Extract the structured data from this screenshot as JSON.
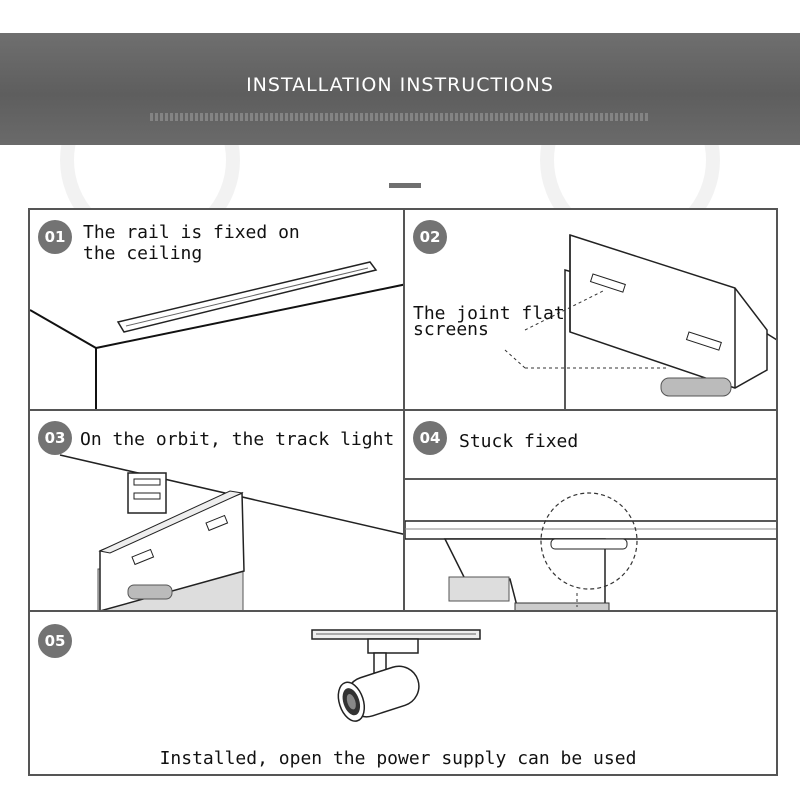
{
  "banner": {
    "title": "INSTALLATION INSTRUCTIONS"
  },
  "steps": [
    {
      "number": "01",
      "caption": "The rail is fixed on\nthe ceiling"
    },
    {
      "number": "02",
      "caption": "The joint flat\nscreens"
    },
    {
      "number": "03",
      "caption": "On the orbit, the track light"
    },
    {
      "number": "04",
      "caption": "Stuck fixed"
    },
    {
      "number": "05",
      "caption": "Installed, open the power supply can be used"
    }
  ],
  "colors": {
    "banner": "#666666",
    "badge": "#737373",
    "frame": "#555555"
  }
}
